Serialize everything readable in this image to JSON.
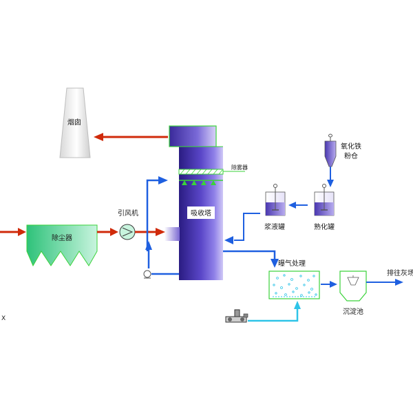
{
  "labels": {
    "chimney": "烟囱",
    "tower_top": "",
    "demister": "除雾器",
    "absorber": "吸收塔",
    "fan": "引风机",
    "dust_collector": "除尘器",
    "iron_oxide_bin": "氧化铁",
    "iron_oxide_bin_2": "粉仓",
    "slurry_tank": "浆液罐",
    "curing_tank": "熟化罐",
    "aeration": "曝气处理",
    "sedimentation": "沉淀池",
    "discharge": "排往灰场",
    "edge_mark": "X"
  },
  "colors": {
    "flue_gas_arrow": "#d02a0a",
    "liquid_arrow": "#1e5fe0",
    "water_arrow": "#2ec4e8",
    "equipment_outline": "#3ad23a",
    "absorber_body": "#3b2a9c",
    "dust_collector_fill": "#44d08c",
    "tank_fill": "#6a58c8"
  }
}
